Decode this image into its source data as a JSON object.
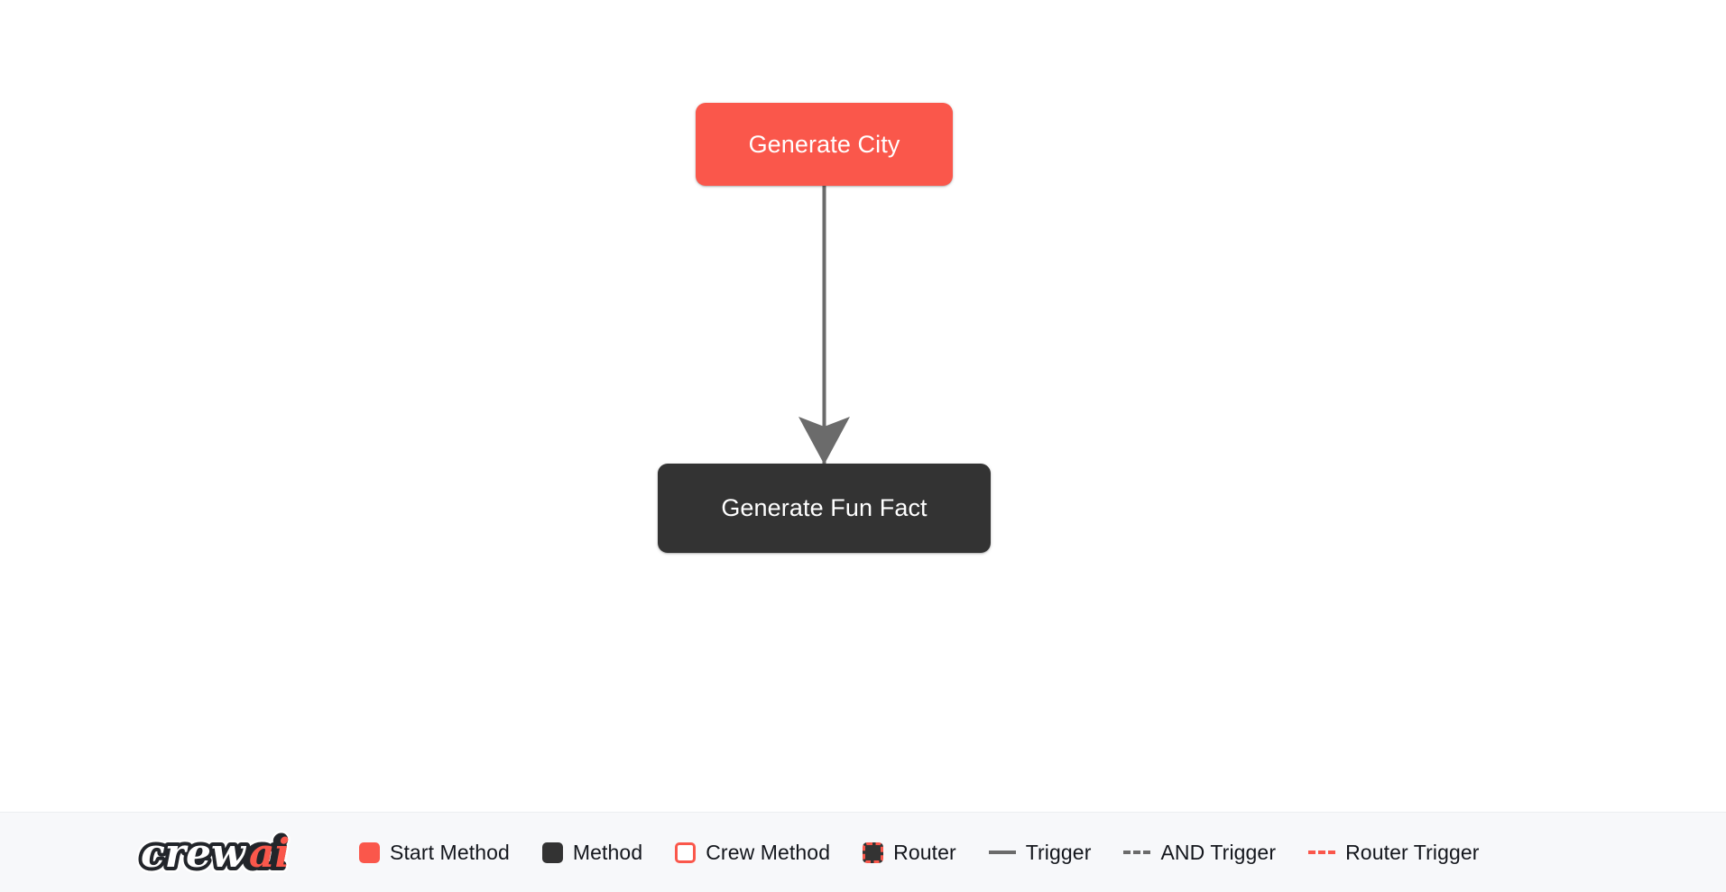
{
  "canvas": {
    "background_color": "#ffffff"
  },
  "flow": {
    "nodes": [
      {
        "id": "generate-city",
        "label": "Generate City",
        "kind": "start-method",
        "fill": "#fa574b",
        "text_color": "#ffffff"
      },
      {
        "id": "generate-fun-fact",
        "label": "Generate Fun Fact",
        "kind": "method",
        "fill": "#333333",
        "text_color": "#ffffff"
      }
    ],
    "edges": [
      {
        "id": "edge-city-to-fun-fact",
        "from": "generate-city",
        "to": "generate-fun-fact",
        "kind": "trigger",
        "style": "solid",
        "color": "#6b6b6b",
        "arrowhead": "concave-triangle"
      }
    ]
  },
  "legend": {
    "background_color": "#f7f8fa",
    "logo": {
      "name": "crewai-logo",
      "text_primary": "crew",
      "text_accent": "ai",
      "accent_color": "#fa574b",
      "primary_color": "#ffffff",
      "outline_color": "#22252a"
    },
    "items": [
      {
        "id": "start-method",
        "label": "Start Method",
        "marker": "swatch-filled",
        "color": "#fa574b"
      },
      {
        "id": "method",
        "label": "Method",
        "marker": "swatch-filled",
        "color": "#333333"
      },
      {
        "id": "crew-method",
        "label": "Crew Method",
        "marker": "swatch-outline",
        "color": "#fa574b"
      },
      {
        "id": "router",
        "label": "Router",
        "marker": "swatch-dashed",
        "color": "#fa574b"
      },
      {
        "id": "trigger",
        "label": "Trigger",
        "marker": "line-solid",
        "color": "#6b6b6b"
      },
      {
        "id": "and-trigger",
        "label": "AND Trigger",
        "marker": "line-dashed",
        "color": "#6b6b6b"
      },
      {
        "id": "router-trigger",
        "label": "Router Trigger",
        "marker": "line-dashed",
        "color": "#fa574b"
      }
    ]
  }
}
